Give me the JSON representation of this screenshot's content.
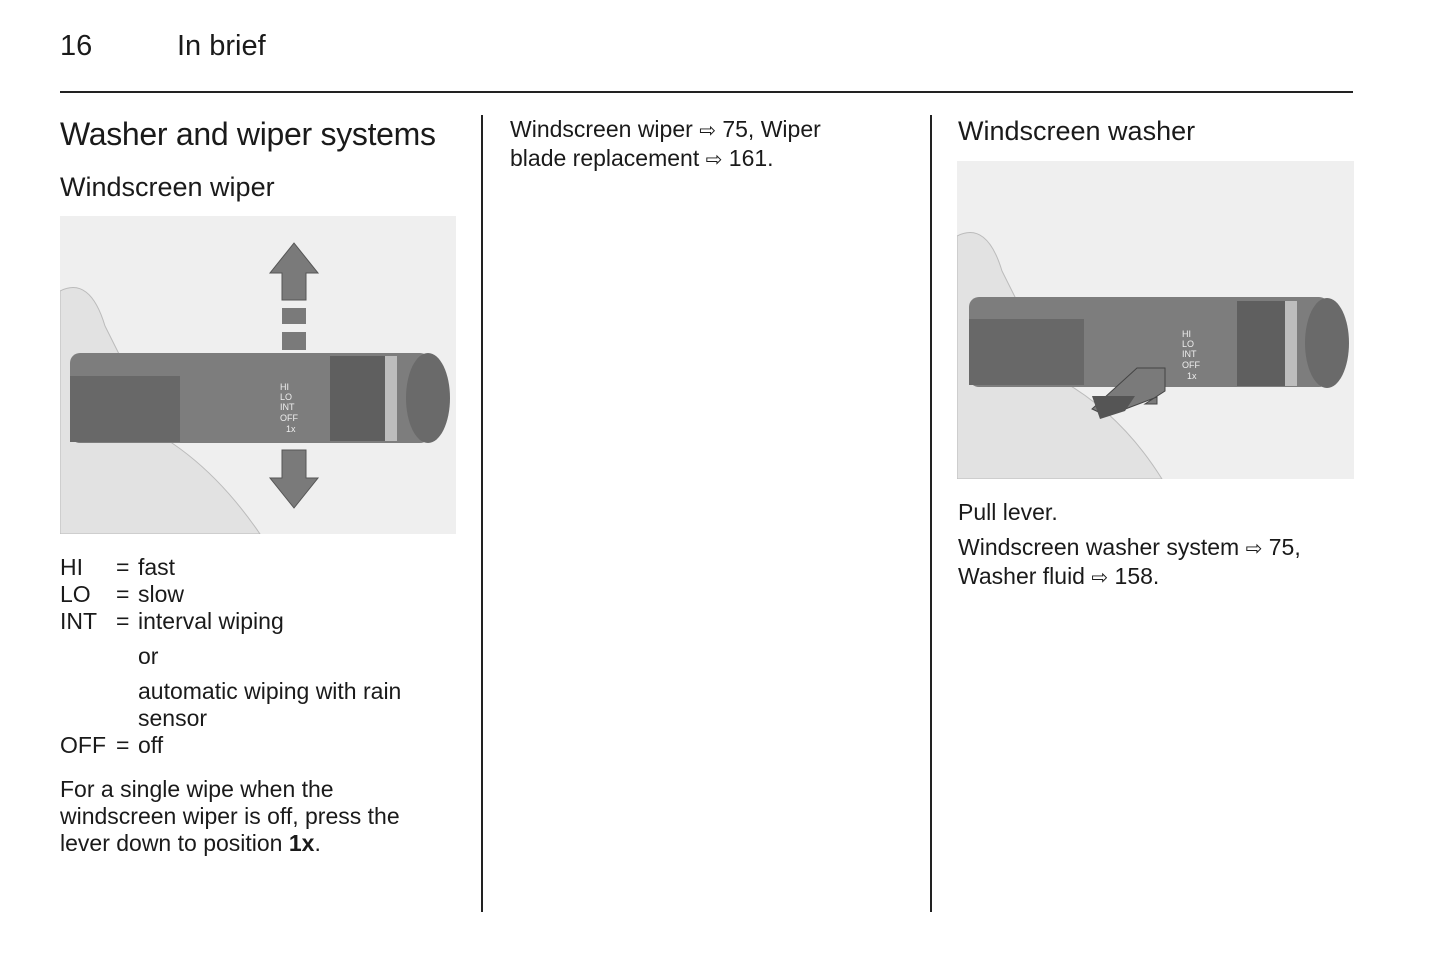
{
  "header": {
    "page_number": "16",
    "section": "In brief"
  },
  "col1": {
    "title": "Washer and wiper systems",
    "subtitle": "Windscreen wiper",
    "definitions": [
      {
        "key": "HI",
        "eq": "=",
        "value": "fast"
      },
      {
        "key": "LO",
        "eq": "=",
        "value": "slow"
      },
      {
        "key": "INT",
        "eq": "=",
        "value": "interval wiping"
      }
    ],
    "or_text": "or",
    "auto_text": "automatic wiping with rain sensor",
    "off_def": {
      "key": "OFF",
      "eq": "=",
      "value": "off"
    },
    "para_text": "For a single wipe when the windscreen wiper is off, press the lever down to position ",
    "para_bold": "1x",
    "para_end": "."
  },
  "col2": {
    "ref1_text": "Windscreen wiper",
    "ref1_page": "75, Wiper",
    "ref2_text": "blade replacement",
    "ref2_page": "161."
  },
  "col3": {
    "subtitle": "Windscreen washer",
    "pull_text": "Pull lever.",
    "ref1_text": "Windscreen washer system",
    "ref1_page": "75,",
    "ref2_text": "Washer fluid",
    "ref2_page": "158."
  },
  "icons": {
    "xref": "⇨"
  },
  "illustration_lettering": {
    "hi": "HI",
    "lo": "LO",
    "int": "INT",
    "off": "OFF",
    "once": "1x"
  }
}
